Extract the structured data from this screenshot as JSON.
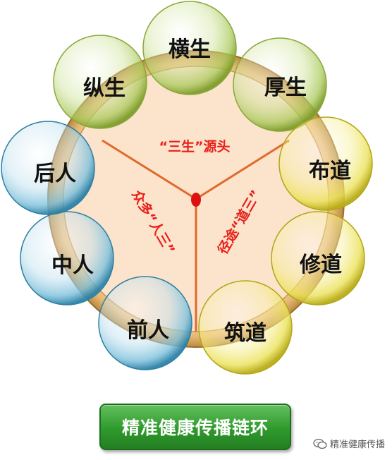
{
  "diagram": {
    "center_labels": {
      "top": "“三生”源头",
      "left": "众多“人三”",
      "right": "径途“道三”"
    },
    "circles": [
      {
        "id": "hengsheng",
        "label": "横生",
        "group": "green"
      },
      {
        "id": "housheng",
        "label": "厚生",
        "group": "green"
      },
      {
        "id": "budao",
        "label": "布道",
        "group": "yellow"
      },
      {
        "id": "xiudao",
        "label": "修道",
        "group": "yellow"
      },
      {
        "id": "zhudao",
        "label": "筑道",
        "group": "yellow"
      },
      {
        "id": "qianren",
        "label": "前人",
        "group": "blue"
      },
      {
        "id": "zhongren",
        "label": "中人",
        "group": "blue"
      },
      {
        "id": "houren",
        "label": "后人",
        "group": "blue"
      },
      {
        "id": "zongsheng",
        "label": "纵生",
        "group": "green"
      }
    ],
    "colors": {
      "green": "#b6d16e",
      "yellow": "#f2e96a",
      "blue": "#7fc2dc",
      "ring": "#d9a860",
      "inner_fill": "#fbe3cc",
      "divider": "#e06a2a",
      "center_dot": "#dd1111"
    }
  },
  "footer": {
    "button_label": "精准健康传播链环"
  },
  "watermark": {
    "text": "精准健康传播",
    "icon": "wechat-icon"
  }
}
